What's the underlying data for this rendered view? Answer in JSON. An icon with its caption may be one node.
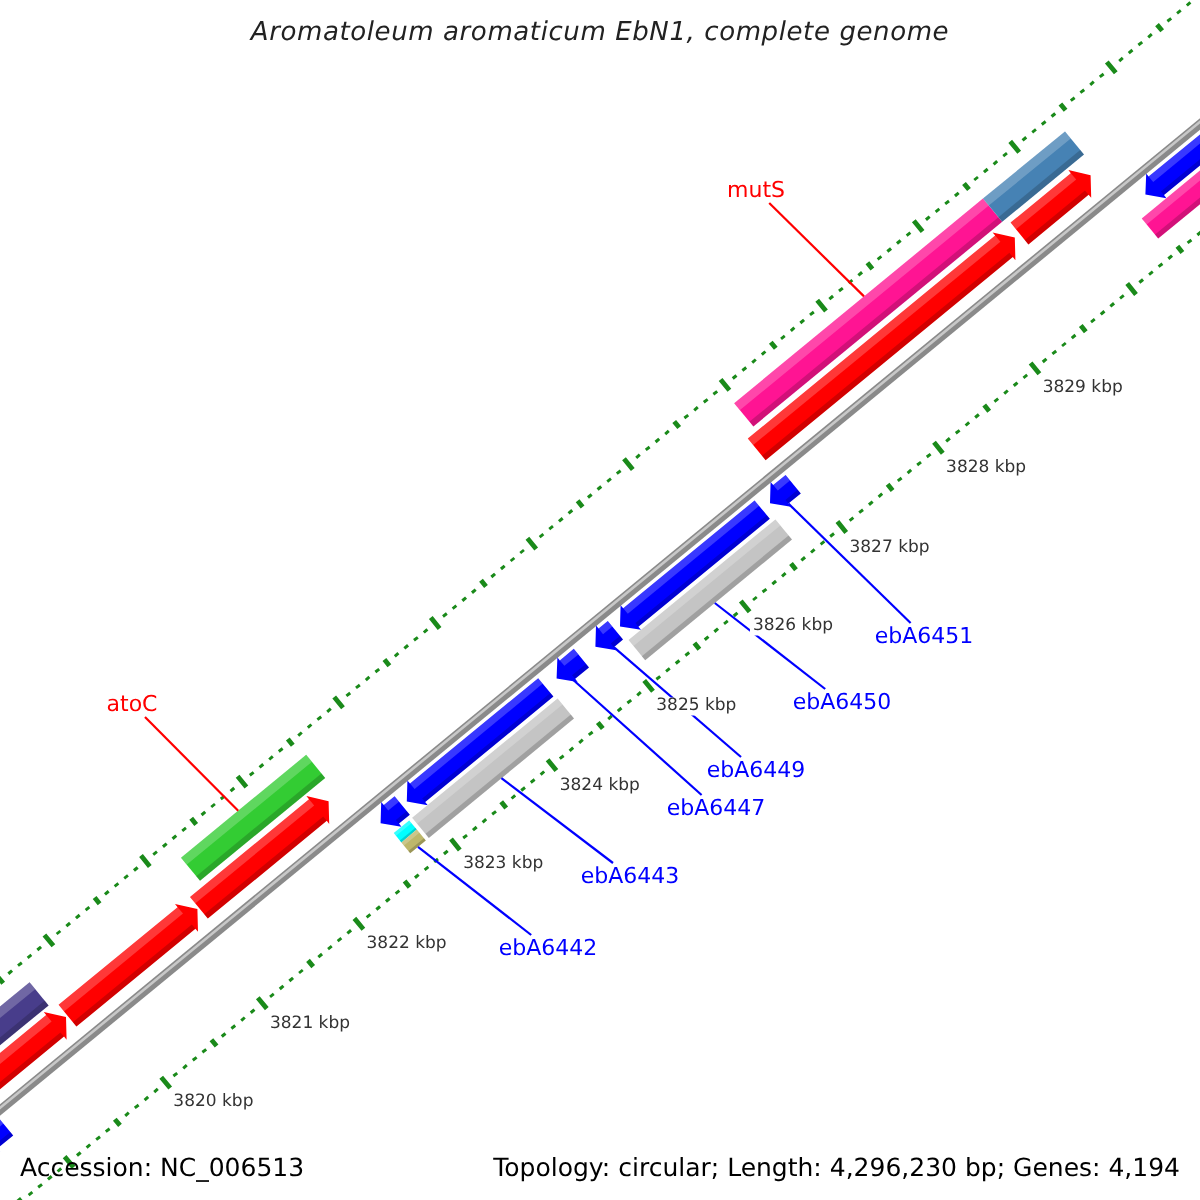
{
  "diagram": {
    "title": "Aromatoleum aromaticum EbN1, complete genome",
    "nodes": [
      {
        "text": [
          "mutS"
        ]
      },
      {
        "text": [],
        "shape": "bar"
      },
      {
        "text": [
          "atoC"
        ]
      },
      {
        "text": [],
        "shape": "bar"
      },
      {
        "text": [
          "ebA6442"
        ]
      },
      {
        "text": [],
        "shape": "bar"
      },
      {
        "text": [
          "ebA6443"
        ]
      },
      {
        "text": [],
        "shape": "bar"
      },
      {
        "text": [
          "ebA6447"
        ]
      },
      {
        "text": [],
        "shape": "bar"
      },
      {
        "text": [
          "ebA6449"
        ]
      },
      {
        "text": [],
        "shape": "bar"
      },
      {
        "text": [
          "ebA6450"
        ]
      },
      {
        "text": [],
        "shape": "bar"
      },
      {
        "text": [
          "ebA6451"
        ]
      },
      {
        "text": [],
        "shape": "bar"
      },
      {
        "text": [],
        "shape": "bar"
      },
      {
        "text": [],
        "shape": "bar"
      },
      {
        "text": [],
        "shape": "bar"
      },
      {
        "text": [],
        "shape": "bar"
      },
      {
        "text": [],
        "shape": "bar"
      },
      {
        "text": [],
        "shape": "bar"
      },
      {
        "text": [],
        "shape": "bar"
      },
      {
        "text": [],
        "shape": "bar"
      },
      {
        "text": [],
        "shape": "bar"
      },
      {
        "text": [],
        "shape": "bar"
      },
      {
        "text": [],
        "shape": "bar"
      },
      {
        "text": [],
        "shape": "bar"
      },
      {
        "text": [],
        "shape": "bar"
      }
    ],
    "edges": [
      {
        "from": 0,
        "to": 1,
        "arrow": "none",
        "color": "#ff0000"
      },
      {
        "from": 2,
        "to": 3,
        "arrow": "none",
        "color": "#ff0000"
      },
      {
        "from": 4,
        "to": 5,
        "arrow": "none"
      },
      {
        "from": 6,
        "to": 7,
        "arrow": "none"
      },
      {
        "from": 8,
        "to": 9,
        "arrow": "none"
      },
      {
        "from": 10,
        "to": 11,
        "arrow": "none"
      },
      {
        "from": 12,
        "to": 13,
        "arrow": "none"
      },
      {
        "from": 14,
        "to": 15,
        "arrow": "none"
      }
    ],
    "labels": [
      "3820 kbp",
      "3821 kbp",
      "3822 kbp",
      "3823 kbp",
      "3824 kbp",
      "3825 kbp",
      "3826 kbp",
      "3827 kbp",
      "3828 kbp",
      "3829 kbp",
      "Accession: NC_006513",
      "Topology: circular; Length: 4,296,230 bp; Genes: 4,194"
    ]
  }
}
